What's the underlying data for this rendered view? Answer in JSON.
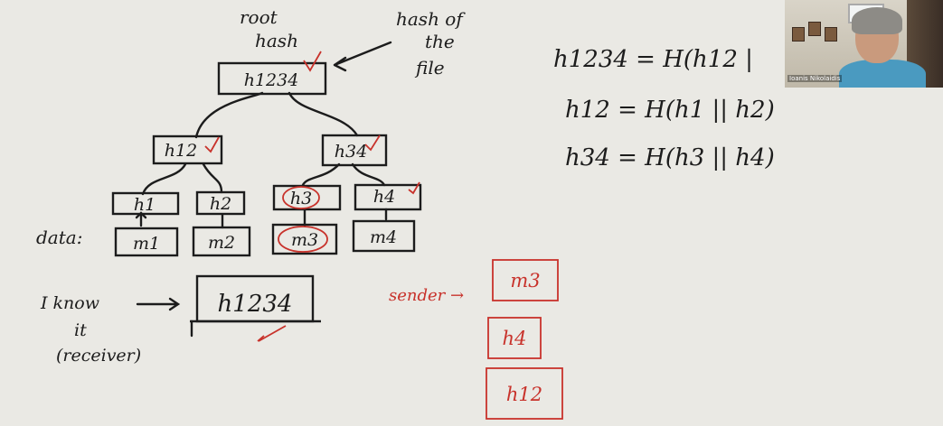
{
  "whiteboard": {
    "tree": {
      "root_label": [
        "root",
        "hash"
      ],
      "annotation": [
        "hash of",
        "the",
        "file"
      ],
      "root_node": "h1234",
      "level1": [
        "h12",
        "h34"
      ],
      "level2": [
        "h1",
        "h2",
        "h3",
        "h4"
      ],
      "data_label": "data:",
      "data_blocks": [
        "m1",
        "m2",
        "m3",
        "m4"
      ]
    },
    "receiver": {
      "note": [
        "I know",
        "it",
        "(receiver)"
      ],
      "box": "h1234"
    },
    "sender": {
      "label": "sender →",
      "items": [
        "m3",
        "h4",
        "h12"
      ]
    },
    "equations": [
      "h1234 = H(h12 |",
      "h12 = H(h1 || h2)",
      "h34 = H(h3 || h4)"
    ],
    "ink_color": "#1c1c1c",
    "accent_color": "#c8322b"
  },
  "video": {
    "participant_name": "Ioanis Nikolaidis"
  }
}
